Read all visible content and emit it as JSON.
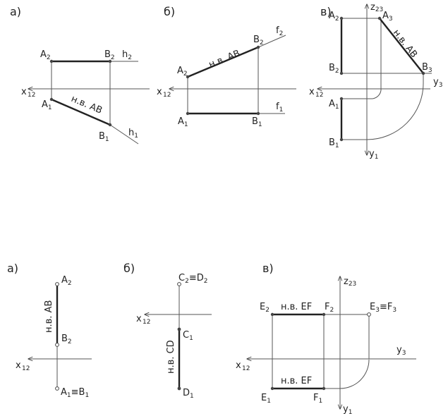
{
  "panels": {
    "top_a": "а)",
    "top_b": "б)",
    "top_c": "в)",
    "bot_a": "а)",
    "bot_b": "б)",
    "bot_c": "в)"
  },
  "labels": {
    "x": "x",
    "y": "y",
    "z": "z",
    "sub12": "12",
    "sub23": "23",
    "sub1": "1",
    "sub2": "2",
    "sub3": "3",
    "A": "A",
    "B": "B",
    "C": "C",
    "D": "D",
    "E": "E",
    "F": "F",
    "h": "h",
    "f": "f",
    "equiv": "≡",
    "nv_AB": "н.в. АВ",
    "nv_CD": "н.в. CD",
    "nv_EF": "н.в. EF"
  }
}
